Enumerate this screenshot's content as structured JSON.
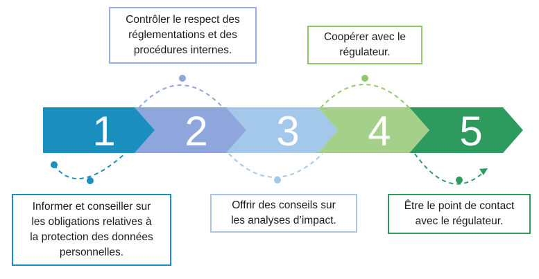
{
  "steps": [
    {
      "number": "1",
      "text": "Informer et conseiller sur\nles obligations relatives à\nla protection des données\npersonnelles.",
      "color": "#1a8fbf"
    },
    {
      "number": "2",
      "text": "Contrôler le respect des\nréglementations et des\nprocédures internes.",
      "color": "#8fa6dc"
    },
    {
      "number": "3",
      "text": "Offrir des conseils sur\nles analyses d’impact.",
      "color": "#a4c8ea"
    },
    {
      "number": "4",
      "text": "Coopérer avec le\nrégulateur.",
      "color": "#a5d08a"
    },
    {
      "number": "5",
      "text": "Être le point de contact\navec le régulateur.",
      "color": "#2e9b5e"
    }
  ]
}
